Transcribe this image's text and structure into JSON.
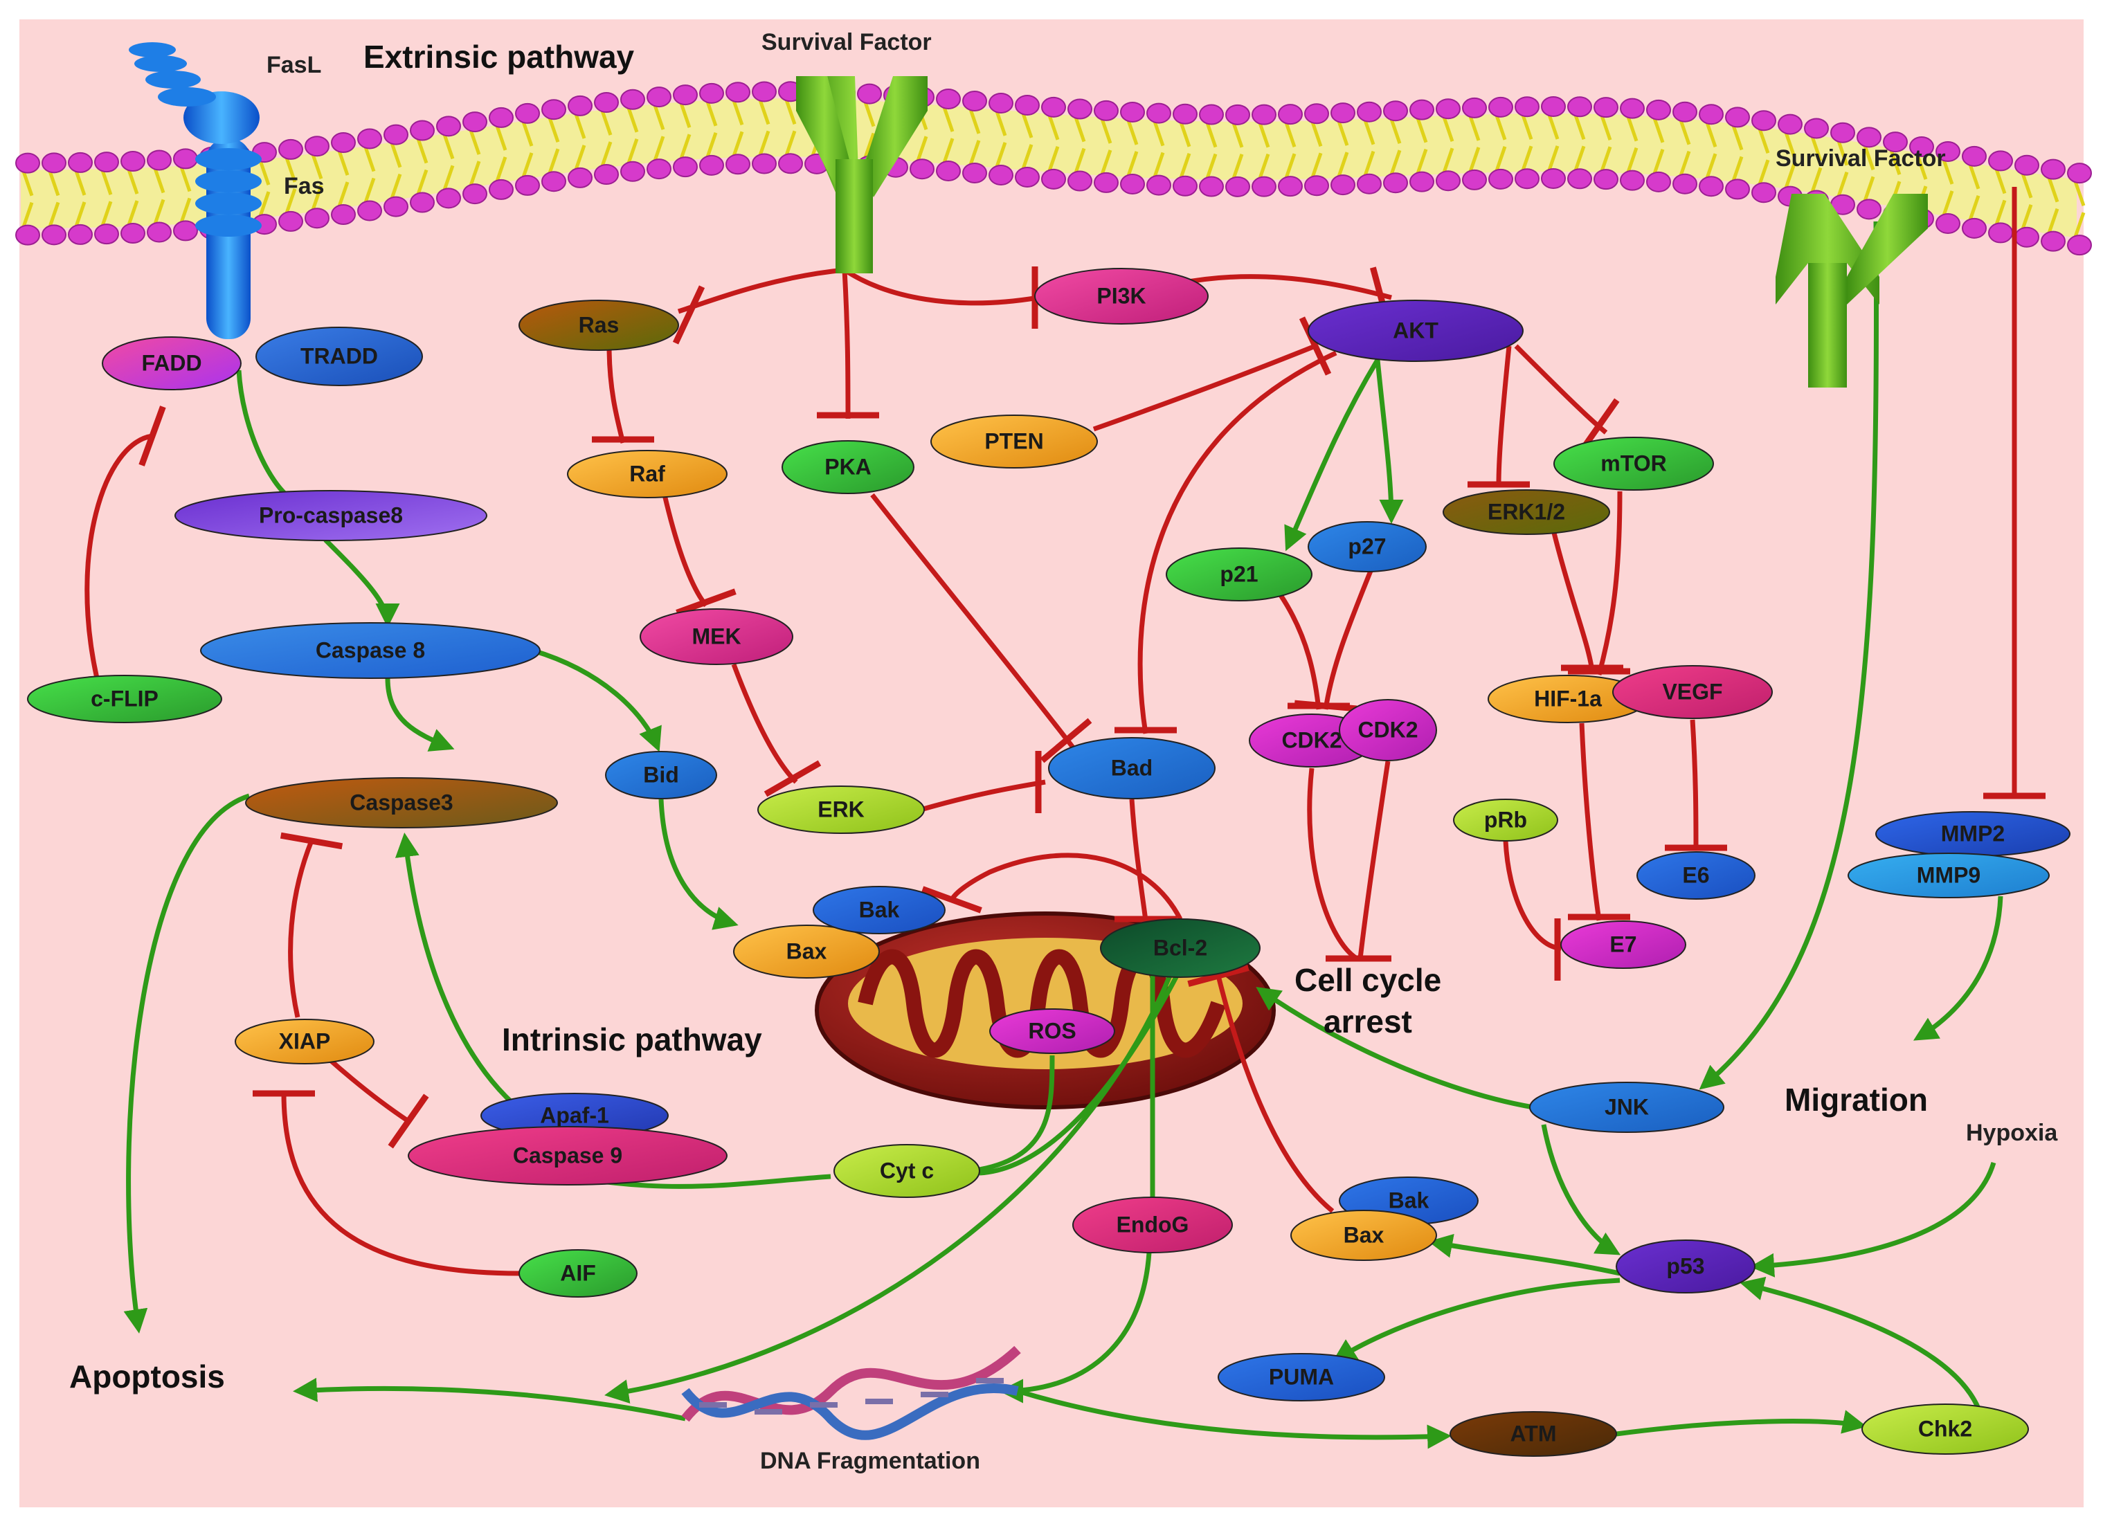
{
  "labels": {
    "extrinsic": "Extrinsic pathway",
    "intrinsic": "Intrinsic pathway",
    "survival1": "Survival Factor",
    "survival2": "Survival Factor",
    "fasl": "FasL",
    "fas": "Fas",
    "cell_cycle_1": "Cell cycle",
    "cell_cycle_2": "arrest",
    "migration": "Migration",
    "hypoxia": "Hypoxia",
    "apoptosis": "Apoptosis",
    "dna": "DNA Fragmentation"
  },
  "nodes": {
    "fadd": "FADD",
    "tradd": "TRADD",
    "procasp8": "Pro-caspase8",
    "casp8": "Caspase 8",
    "cflip": "c-FLIP",
    "casp3": "Caspase3",
    "xiap": "XIAP",
    "apaf1": "Apaf-1",
    "casp9": "Caspase 9",
    "aif": "AIF",
    "ras": "Ras",
    "raf": "Raf",
    "mek": "MEK",
    "erk": "ERK",
    "pka": "PKA",
    "bid": "Bid",
    "bax1": "Bax",
    "bak1": "Bak",
    "bad": "Bad",
    "bcl2": "Bcl-2",
    "ros": "ROS",
    "cytc": "Cyt c",
    "endog": "EndoG",
    "pi3k": "PI3K",
    "akt": "AKT",
    "pten": "PTEN",
    "p21": "p21",
    "p27": "p27",
    "cdk2a": "CDK2",
    "cdk2b": "CDK2",
    "erk12": "ERK1/2",
    "mtor": "mTOR",
    "hif1a": "HIF-1a",
    "vegf": "VEGF",
    "prb": "pRb",
    "e6": "E6",
    "e7": "E7",
    "mmp2": "MMP2",
    "mmp9": "MMP9",
    "jnk": "JNK",
    "p53": "p53",
    "bak2": "Bak",
    "bax2": "Bax",
    "puma": "PUMA",
    "atm": "ATM",
    "chk2": "Chk2"
  },
  "colors": {
    "background": "#fcd6d6",
    "activation": "#2e9a18",
    "inhibition": "#c41a1a",
    "receptor": "#66b81e",
    "membrane_head": "#d63acb",
    "membrane_tail": "#e8e22a"
  }
}
